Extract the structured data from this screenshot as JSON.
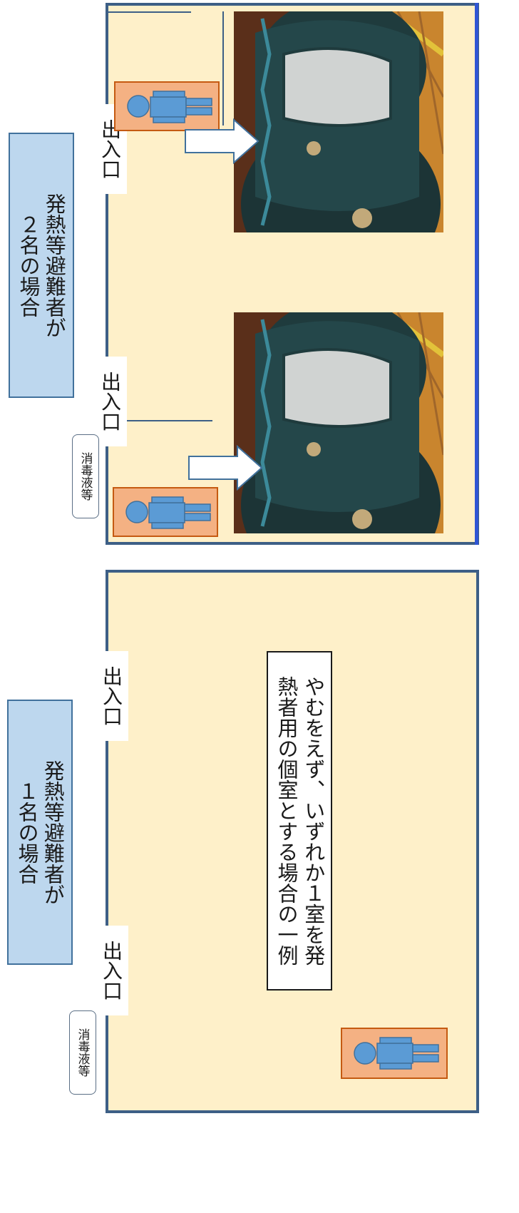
{
  "upper_panel": {
    "title_line1": "発熱等避難者が",
    "title_line2": "２名の場合",
    "door_labels": [
      "出入口",
      "出入口"
    ],
    "disinfectant_label": "消毒液等"
  },
  "lower_panel": {
    "title_line1": "発熱等避難者が",
    "title_line2": "１名の場合",
    "door_labels": [
      "出入口",
      "出入口"
    ],
    "disinfectant_label": "消毒液等",
    "note_line1": "やむをえず、いずれか１室を発",
    "note_line2": "熱者用の個室とする場合の一例"
  },
  "colors": {
    "room_fill": "#fef0c9",
    "room_border": "#3d5f86",
    "title_fill": "#bdd7ee",
    "mat_fill": "#f4b183",
    "person_fill": "#5b9bd5",
    "tent_dark": "#1f3b3d",
    "floor_wood": "#c9852e"
  }
}
